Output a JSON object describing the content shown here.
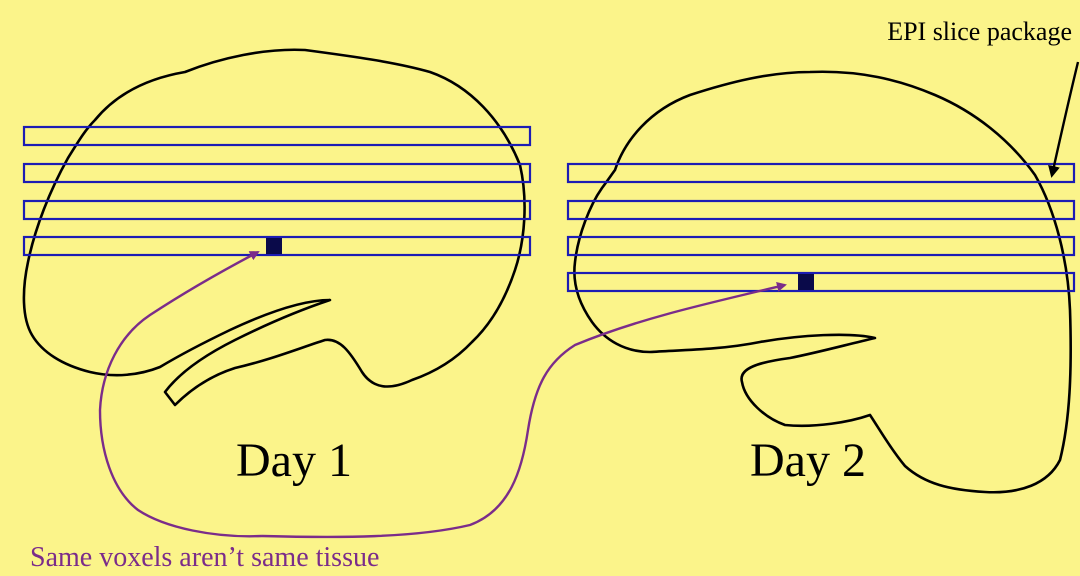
{
  "labels": {
    "day1": "Day 1",
    "day2": "Day 2",
    "epi": "EPI slice package",
    "caption": "Same voxels aren’t same tissue"
  },
  "colors": {
    "background": "#fbf48a",
    "outline": "#000000",
    "slice_stroke": "#1c1cb4",
    "voxel_fill": "#0a0a4a",
    "arrow_purple": "#7b2c8a",
    "text": "#000000"
  },
  "icons": {
    "epi_pointer": "arrow-icon"
  }
}
